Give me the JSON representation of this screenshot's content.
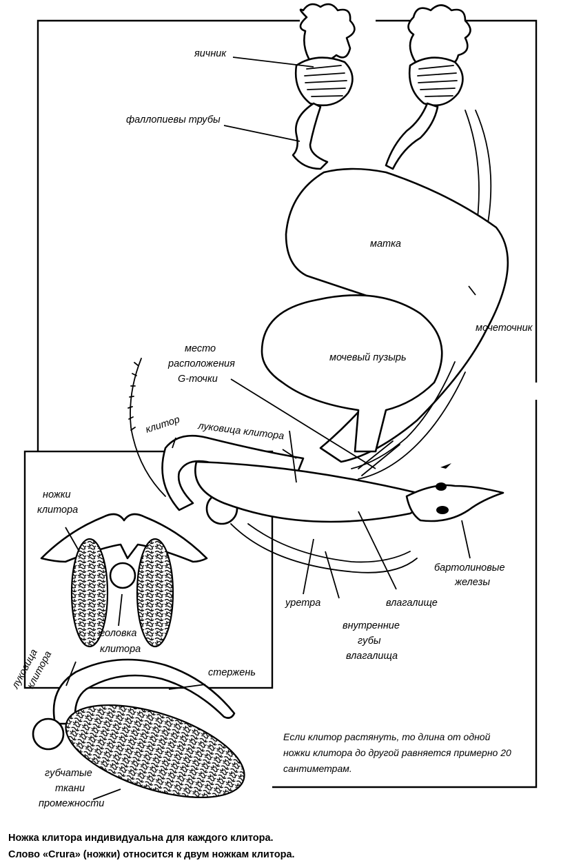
{
  "labels": {
    "ovary": "яичник",
    "fallopian_tubes": "фаллопиевы трубы",
    "uterus": "матка",
    "ureter": "мочеточник",
    "bladder": "мочевый пузырь",
    "gspot_line1": "место",
    "gspot_line2": "расположения",
    "gspot_line3": "G-точки",
    "clitoris": "клитор",
    "clitoral_bulb": "луковица клитора",
    "bartholin_line1": "бартолиновые",
    "bartholin_line2": "железы",
    "urethra": "уретра",
    "vagina": "влагалище",
    "inner_labia_line1": "внутренние",
    "inner_labia_line2": "губы",
    "inner_labia_line3": "влагалища"
  },
  "inset": {
    "crura_line1": "ножки",
    "crura_line2": "клитора",
    "glans_line1": "головка",
    "glans_line2": "клитора",
    "bulb_line1": "луковица",
    "bulb_line2": "клитора",
    "shaft": "стержень",
    "spongy_line1": "губчатые",
    "spongy_line2": "ткани",
    "spongy_line3": "промежности"
  },
  "note": {
    "line1": "Если клитор растянуть, то длина от одной",
    "line2": "ножки клитора до другой равняется примерно 20",
    "line3": "сантиметрам."
  },
  "caption": {
    "line1": "Ножка клитора индивидуальна для каждого клитора.",
    "line2": "Слово «Crura» (ножки) относится к двум ножкам клитора."
  }
}
